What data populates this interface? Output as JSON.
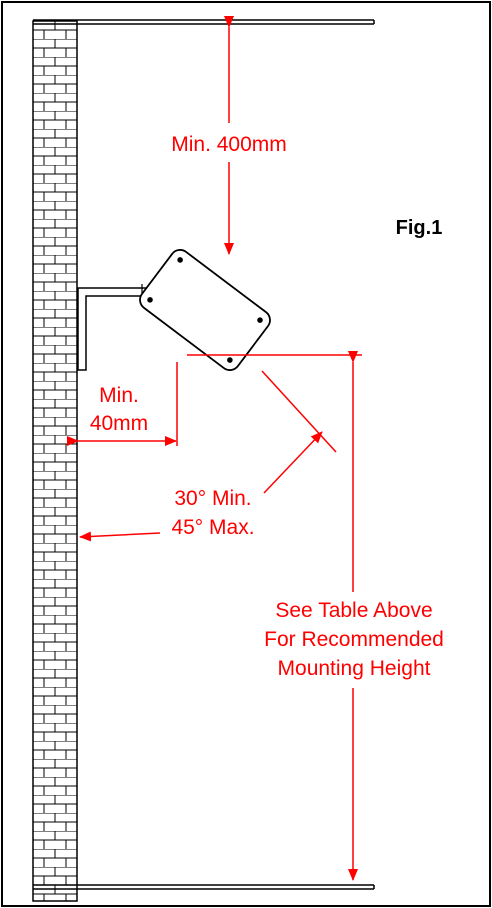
{
  "figure": {
    "label": "Fig.1"
  },
  "dimensions": {
    "top_clearance": "Min. 400mm",
    "wall_clearance_line1": "Min.",
    "wall_clearance_line2": "40mm",
    "tilt_line1": "30° Min.",
    "tilt_line2": "45° Max.",
    "height_line1": "See Table Above",
    "height_line2": "For Recommended",
    "height_line3": "Mounting Height"
  },
  "colors": {
    "dimension": "#ff0000",
    "drawing": "#000000",
    "background": "#ffffff"
  }
}
